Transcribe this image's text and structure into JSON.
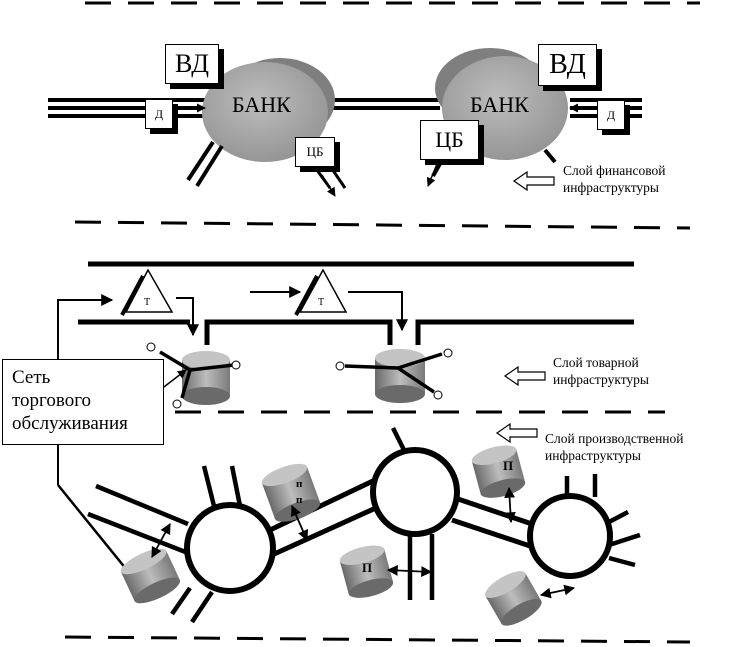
{
  "financial_layer": {
    "vd_left": "ВД",
    "vd_right": "ВД",
    "bank_left": "БАНК",
    "bank_right": "БАНК",
    "d_left": "Д",
    "d_right": "Д",
    "cb_left": "ЦБ",
    "cb_right": "ЦБ",
    "caption_line1": "Слой финансовой",
    "caption_line2": "инфраструктуры"
  },
  "commodity_layer": {
    "terminal_left": "Т",
    "terminal_right": "Т",
    "caption_line1": "Слой товарной",
    "caption_line2": "инфраструктуры",
    "trade_network_line1": "Сеть",
    "trade_network_line2": "торгового",
    "trade_network_line3": "обслуживания"
  },
  "production_layer": {
    "caption_line1": "Слой производственной",
    "caption_line2": "инфраструктуры",
    "node_p_top": "П",
    "node_pp_line1": "п",
    "node_pp_line2": "п",
    "node_p_mid": "П"
  },
  "colors": {
    "line": "#000000",
    "bank_fill": "#a8a8a8",
    "node_fill": "#9a9a9a",
    "background": "#ffffff"
  }
}
